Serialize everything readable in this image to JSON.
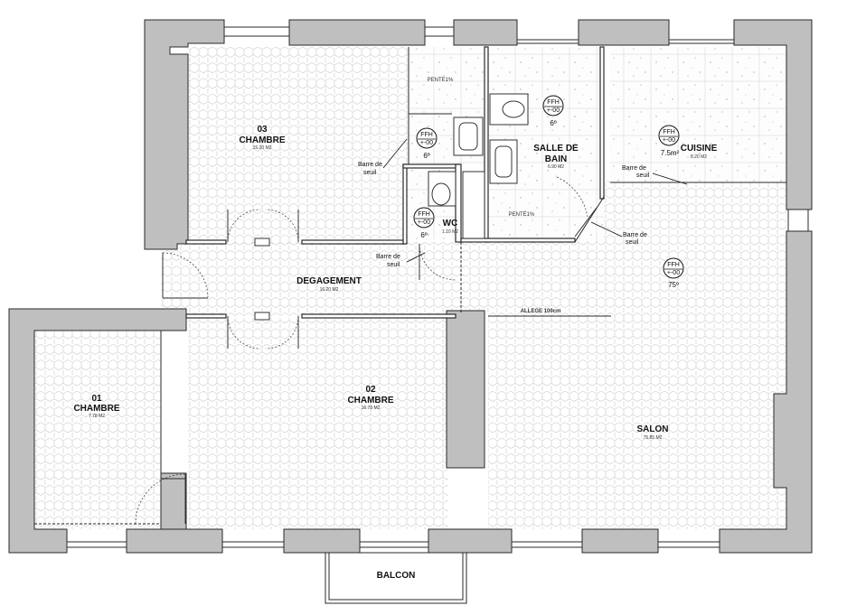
{
  "rooms": {
    "chambre03": {
      "number": "03",
      "name": "CHAMBRE",
      "area": "15.20 M2"
    },
    "chambre02": {
      "number": "02",
      "name": "CHAMBRE",
      "area": "16.78 M2"
    },
    "chambre01": {
      "number": "01",
      "name": "CHAMBRE",
      "area": "7.78 M2"
    },
    "degagement": {
      "name": "DEGAGEMENT",
      "area": "16.20 M2"
    },
    "wc": {
      "name": "WC",
      "area": "1.10 M2"
    },
    "sdb": {
      "name_line1": "SALLE DE",
      "name_line2": "BAIN",
      "area": "6.90 M2"
    },
    "cuisine": {
      "name": "CUISINE",
      "area": "8.20 M2",
      "extra": "7.5m²"
    },
    "salon": {
      "name": "SALON",
      "area": "75.85 M2"
    },
    "balcon": {
      "name": "BALCON"
    }
  },
  "levels": {
    "ffh": "FFH",
    "value": "+-00",
    "sdb_wc_deg": "6º",
    "sdb_deg": "6º",
    "wc_deg": "6º",
    "salon_deg": "75º"
  },
  "notes": {
    "pente": "PENTE1%",
    "barre_line1": "Barre de",
    "barre_line2": "seuil",
    "allege": "ALLEGE 100cm"
  }
}
